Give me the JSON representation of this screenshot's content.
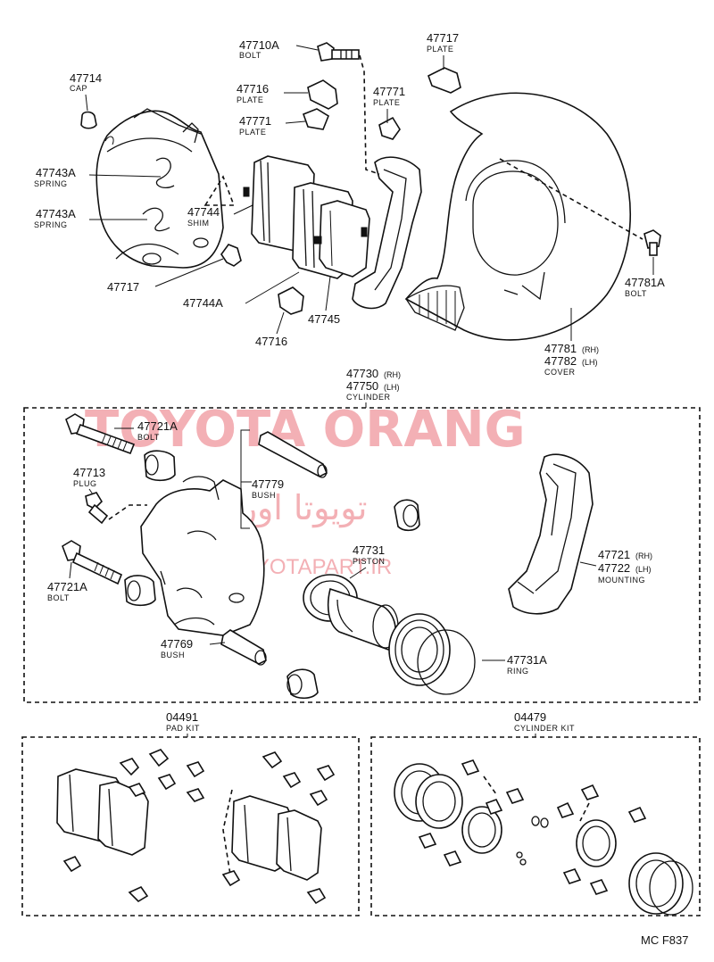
{
  "watermark": {
    "brand": "TOYOTA ORANG",
    "persian": "تویوتا اورنگ",
    "site": "TOYOTAPART.IR"
  },
  "figure_code": "MC F837",
  "parts": {
    "p47710A": {
      "number": "47710A",
      "name": "BOLT"
    },
    "p47717_top": {
      "number": "47717",
      "name": "PLATE"
    },
    "p47714": {
      "number": "47714",
      "name": "CAP"
    },
    "p47716_top": {
      "number": "47716",
      "name": "PLATE"
    },
    "p47771_a": {
      "number": "47771",
      "name": "PLATE"
    },
    "p47771_b": {
      "number": "47771",
      "name": "PLATE"
    },
    "p47743A_a": {
      "number": "47743A",
      "name": "SPRING"
    },
    "p47743A_b": {
      "number": "47743A",
      "name": "SPRING"
    },
    "p47744": {
      "number": "47744",
      "name": "SHIM"
    },
    "p47717_left": {
      "number": "47717"
    },
    "p47744A": {
      "number": "47744A"
    },
    "p47745": {
      "number": "47745"
    },
    "p47716_bottom": {
      "number": "47716"
    },
    "p47781A": {
      "number": "47781A",
      "name": "BOLT"
    },
    "p47781": {
      "number": "47781",
      "suffix": "(RH)"
    },
    "p47782": {
      "number": "47782",
      "suffix": "(LH)",
      "name": "COVER"
    },
    "p47730": {
      "number": "47730",
      "suffix": "(RH)"
    },
    "p47750": {
      "number": "47750",
      "suffix": "(LH)",
      "name": "CYLINDER"
    },
    "p47721A_a": {
      "number": "47721A",
      "name": "BOLT"
    },
    "p47713": {
      "number": "47713",
      "name": "PLUG"
    },
    "p47779": {
      "number": "47779",
      "name": "BUSH"
    },
    "p47731": {
      "number": "47731",
      "name": "PISTON"
    },
    "p47721": {
      "number": "47721",
      "suffix": "(RH)"
    },
    "p47722": {
      "number": "47722",
      "suffix": "(LH)",
      "name": "MOUNTING"
    },
    "p47721A_b": {
      "number": "47721A",
      "name": "BOLT"
    },
    "p47769": {
      "number": "47769",
      "name": "BUSH"
    },
    "p47731A": {
      "number": "47731A",
      "name": "RING"
    },
    "p04491": {
      "number": "04491",
      "name": "PAD KIT"
    },
    "p04479": {
      "number": "04479",
      "name": "CYLINDER KIT"
    }
  }
}
